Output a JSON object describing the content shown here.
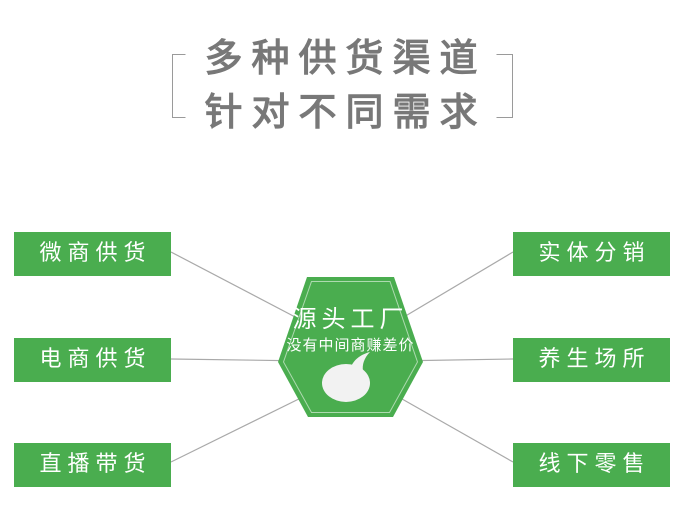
{
  "title": {
    "line1": "多种供货渠道",
    "line2": "针对不同需求"
  },
  "center": {
    "heading": "源头工厂",
    "subheading": "没有中间商赚差价",
    "icon": "speech-bubble-icon"
  },
  "channels": {
    "left": [
      {
        "label": "微商供货"
      },
      {
        "label": "电商供货"
      },
      {
        "label": "直播带货"
      }
    ],
    "right": [
      {
        "label": "实体分销"
      },
      {
        "label": "养生场所"
      },
      {
        "label": "线下零售"
      }
    ]
  },
  "colors": {
    "green": "#4aad4f",
    "line_gray": "#a9a9a9",
    "title_gray": "#787878",
    "frame_gray": "#9a9a9a",
    "bubble_fill": "#f2f2f2"
  }
}
